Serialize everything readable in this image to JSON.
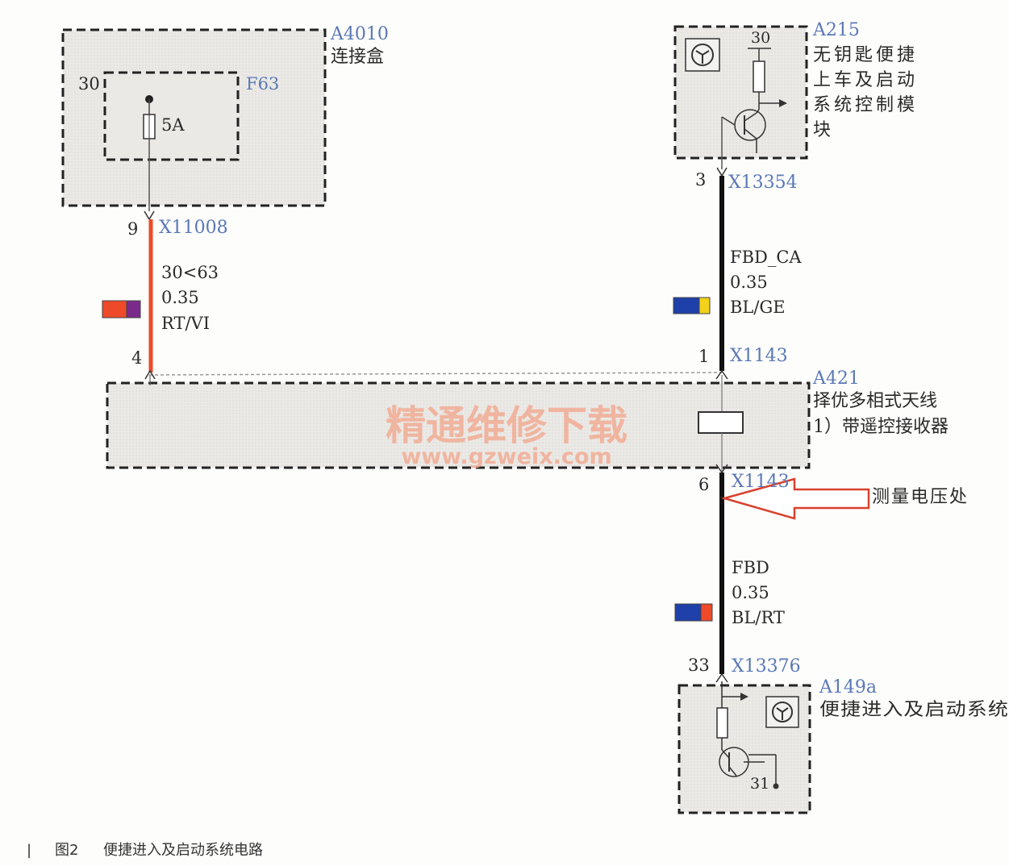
{
  "colors": {
    "box_fill": "#e8e6e3",
    "label_blue": "#5a78b5",
    "wire_red": "#ee4a2a",
    "wire_black": "#111111",
    "watermark": "#f2a98f",
    "arrow": "#d9412e"
  },
  "icons": [
    "fuse-icon",
    "transistor-icon",
    "resistor-icon",
    "antenna-receiver-icon",
    "ground-icon",
    "module-symbol-icon"
  ],
  "modules": {
    "a4010": {
      "id": "A4010",
      "name": "连接盒"
    },
    "f63": {
      "id": "F63",
      "pin": "30",
      "rating": "5A"
    },
    "a215": {
      "id": "A215",
      "name_lines": [
        "无钥匙便捷",
        "上车及启动",
        "系统控制模",
        "块"
      ],
      "pin": "30"
    },
    "a421": {
      "id": "A421",
      "name_lines": [
        "择优多相式天线",
        "1）带遥控接收器"
      ]
    },
    "a149a": {
      "id": "A149a",
      "name": "便捷进入及启动系统",
      "pin": "31"
    }
  },
  "connectors": {
    "x11008": {
      "id": "X11008",
      "pin": "9"
    },
    "x13354": {
      "id": "X13354",
      "pin": "3"
    },
    "x1143_top": {
      "id": "X1143",
      "pin": "1"
    },
    "x1143_bottom": {
      "id": "X1143",
      "pin": "6"
    },
    "x13376": {
      "id": "X13376",
      "pin": "33"
    },
    "a421_left_pin": "4"
  },
  "wires": {
    "left": {
      "signal": "30<63",
      "gauge": "0.35",
      "color_code": "RT/VI",
      "swatch": [
        "#ee4a2a",
        "#7a2a8a"
      ]
    },
    "top_right": {
      "signal": "FBD_CA",
      "gauge": "0.35",
      "color_code": "BL/GE",
      "swatch": [
        "#1e40a8",
        "#f2d21a"
      ]
    },
    "bottom_right": {
      "signal": "FBD",
      "gauge": "0.35",
      "color_code": "BL/RT",
      "swatch": [
        "#1e40a8",
        "#ee4a2a"
      ]
    }
  },
  "annotation": {
    "text": "测量电压处"
  },
  "watermark": {
    "line1": "精通维修下载",
    "line2": "www.gzweix.com"
  },
  "caption": {
    "marker": "|",
    "figure": "图2",
    "title": "便捷进入及启动系统电路"
  }
}
